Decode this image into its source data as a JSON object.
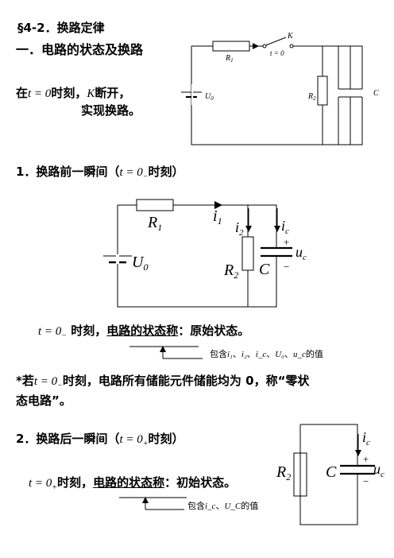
{
  "section_title": "§4-2．换路定律",
  "heading1": "一．电路的状态及换路",
  "intro": {
    "line1_pre": "在",
    "line1_eq": "t = 0",
    "line1_mid": "时刻，",
    "line1_k": "K",
    "line1_post": "断开，",
    "line2": "实现换路。"
  },
  "circuit1": {
    "r1": "R",
    "r1_sub": "1",
    "switch": "K",
    "switch_time": "t = 0",
    "u0": "U",
    "u0_sub": "0",
    "r2": "R",
    "r2_sub": "2",
    "c": "C"
  },
  "heading2": {
    "pre": "1．换路前一瞬间（",
    "eq": "t = 0",
    "sub": "−",
    "post": "时刻）"
  },
  "circuit2": {
    "r1": "R",
    "r1_sub": "1",
    "i1": "i",
    "i1_sub": "1",
    "i2": "i",
    "i2_sub": "2",
    "ic": "i",
    "ic_sub": "c",
    "plus": "+",
    "minus": "−",
    "uc": "u",
    "uc_sub": "c",
    "u0": "U",
    "u0_sub": "0",
    "r2": "R",
    "r2_sub": "2",
    "c": "C"
  },
  "state_before": {
    "eq": "t = 0",
    "sub": "−",
    "text_a": " 时刻，",
    "text_b": "电路的状态称",
    "text_c": "：原始状态。"
  },
  "note_before": {
    "pre": "包含",
    "items": [
      "i₁",
      "i₂",
      "i_c",
      "U₀",
      "u_c"
    ],
    "post": "的值"
  },
  "zero_state": {
    "line1_pre": "*若",
    "line1_eq": "t = 0",
    "line1_sub": "−",
    "line1_post": "时刻，电路所有储能元件储能均为 0，称“零状",
    "line2": "态电路”。"
  },
  "heading3": {
    "pre": "2．换路后一瞬间（",
    "eq": "t = 0",
    "sub": "+",
    "post": "时刻）"
  },
  "circuit3": {
    "ic": "i",
    "ic_sub": "c",
    "plus": "+",
    "minus": "−",
    "r2": "R",
    "r2_sub": "2",
    "c": "C",
    "uc": "u",
    "uc_sub": "c"
  },
  "state_after": {
    "eq": "t = 0",
    "sub": "+",
    "text_a": "时刻，",
    "text_b": "电路的状态称",
    "text_c": "：初始状态。"
  },
  "note_after": {
    "pre": "包含",
    "items": [
      "i_c",
      "U_C"
    ],
    "post": "的值"
  }
}
